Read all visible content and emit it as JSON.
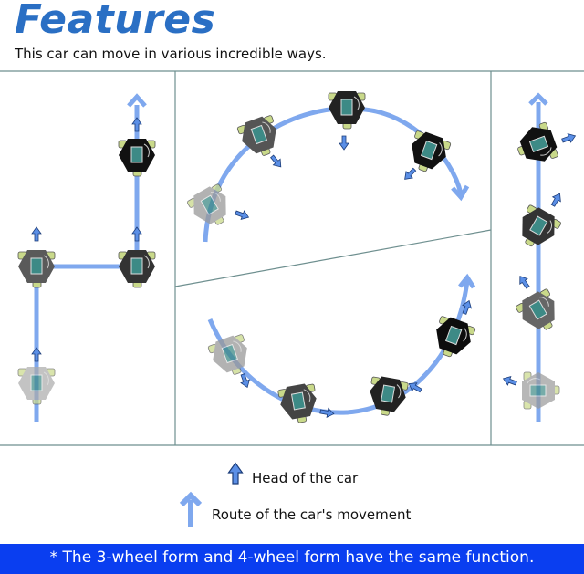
{
  "header": {
    "title": "Features",
    "subtitle": "This car can move in various incredible ways."
  },
  "colors": {
    "title": "#2a6fc4",
    "route": "#7fa8ee",
    "head_arrow": "#5b8fe6",
    "panel_border": "#6e8f8f",
    "footer_bg": "#0a3ef0",
    "car_dark": "#1a1a1a",
    "car_mid": "#4a4a4a",
    "car_light": "#9a9a9a"
  },
  "panels": [
    {
      "id": "translation",
      "description": "Car moves forward then sideways then forward (L-shaped route), head stays up"
    },
    {
      "id": "arc-clockwise",
      "description": "Car follows an arc while head points toward center"
    },
    {
      "id": "arc-counter",
      "description": "Car follows a U-shaped arc while head points along route"
    },
    {
      "id": "rotate-in-place",
      "description": "Car moves straight up while rotating head direction"
    }
  ],
  "legend": {
    "head": "Head of the car",
    "route": "Route of the car's movement"
  },
  "footer": {
    "note": "* The 3-wheel form and 4-wheel form have the same function."
  }
}
